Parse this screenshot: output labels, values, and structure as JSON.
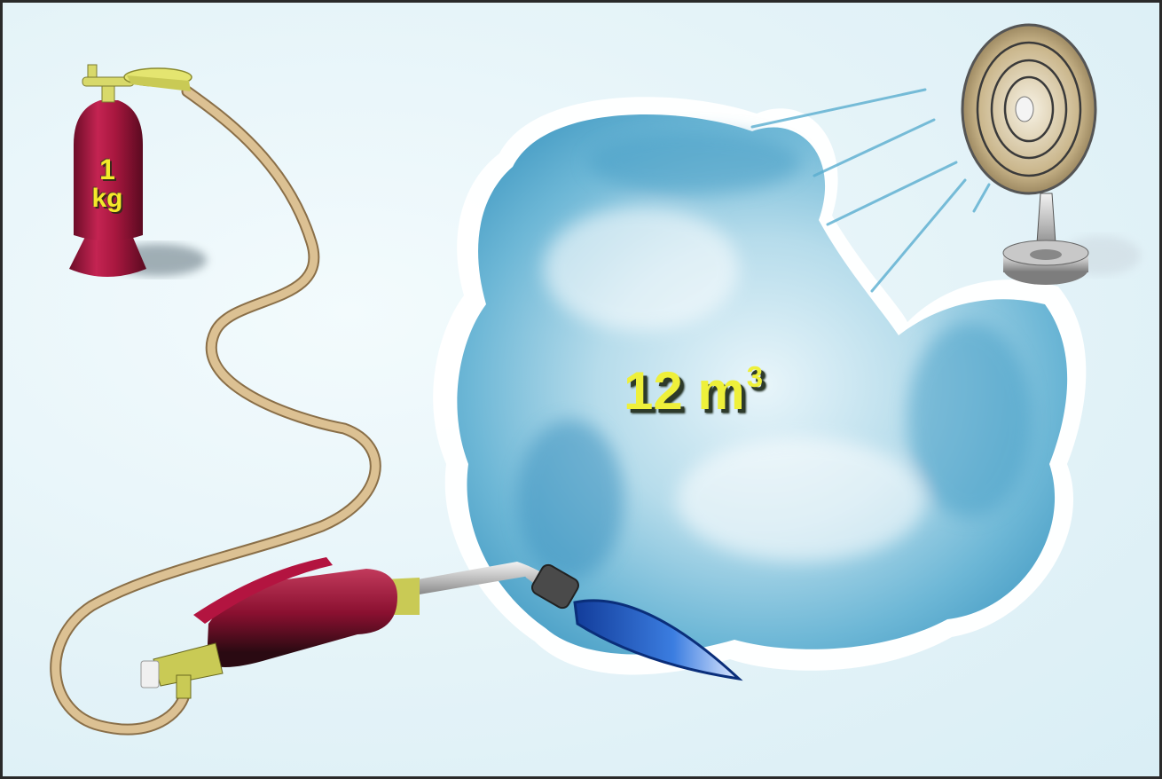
{
  "cylinder": {
    "mass_value": "1",
    "mass_unit": "kg",
    "body_color": "#a8173f",
    "valve_color": "#d8d96a"
  },
  "cloud": {
    "volume_value": "12 m",
    "volume_exponent": "3",
    "color": "#5aaed0",
    "label_color": "#eef03a"
  },
  "hose": {
    "color": "#dcc193"
  },
  "torch": {
    "handle_color": "#8a1030",
    "flame_color": "#1f5fc0"
  },
  "fan": {
    "color": "#c9b58a",
    "base_color": "#9a9a9a"
  }
}
